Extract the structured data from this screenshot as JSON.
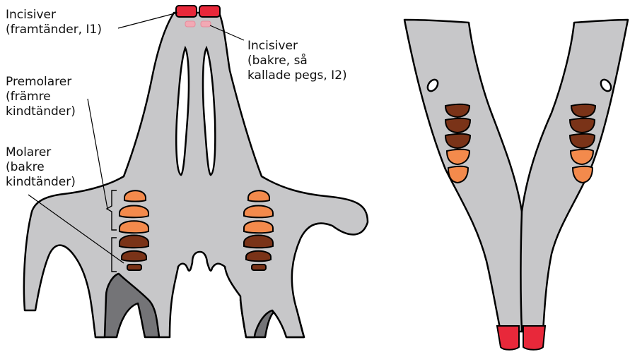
{
  "labels": {
    "i1": "Incisiver\n(framtänder, I1)",
    "i2": "Incisiver\n(bakre, så\nkallade pegs, I2)",
    "premolars": "Premolarer\n(främre\nkindtänder)",
    "molars": "Molarer\n(bakre\nkindtänder)"
  },
  "colors": {
    "bone": "#c7c7c9",
    "bone_dark": "#747477",
    "incisor_front": "#e8283a",
    "incisor_back": "#f2a9b4",
    "premolar": "#f38a4c",
    "molar": "#7a3318"
  }
}
